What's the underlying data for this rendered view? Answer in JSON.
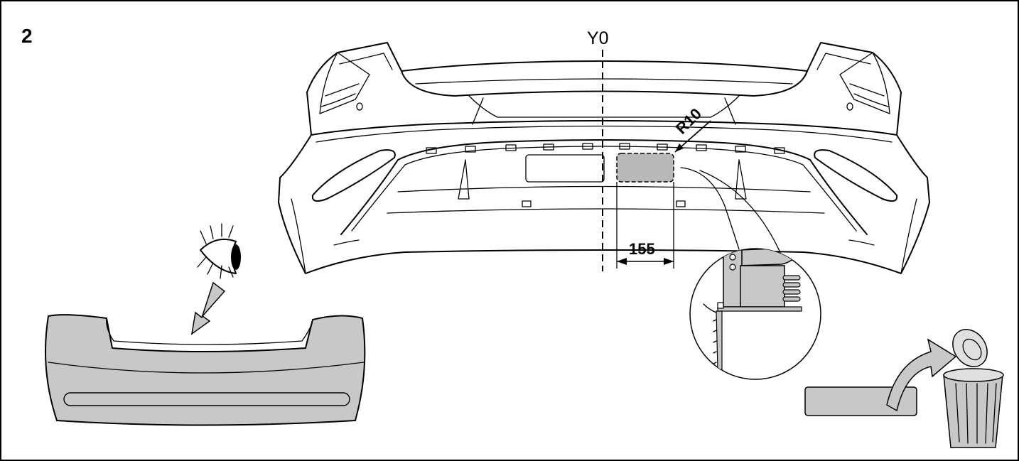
{
  "step_number": "2",
  "labels": {
    "centerline": "Y0",
    "radius": "R10",
    "dimension": "155"
  },
  "colors": {
    "fill_grey": "#c8c8c8",
    "cut_area": "#b8b8b8",
    "line": "#000000"
  },
  "icons": [
    "eye-icon",
    "jigsaw-icon",
    "trash-bin-icon",
    "curved-arrow-icon",
    "down-arrow-icon"
  ]
}
